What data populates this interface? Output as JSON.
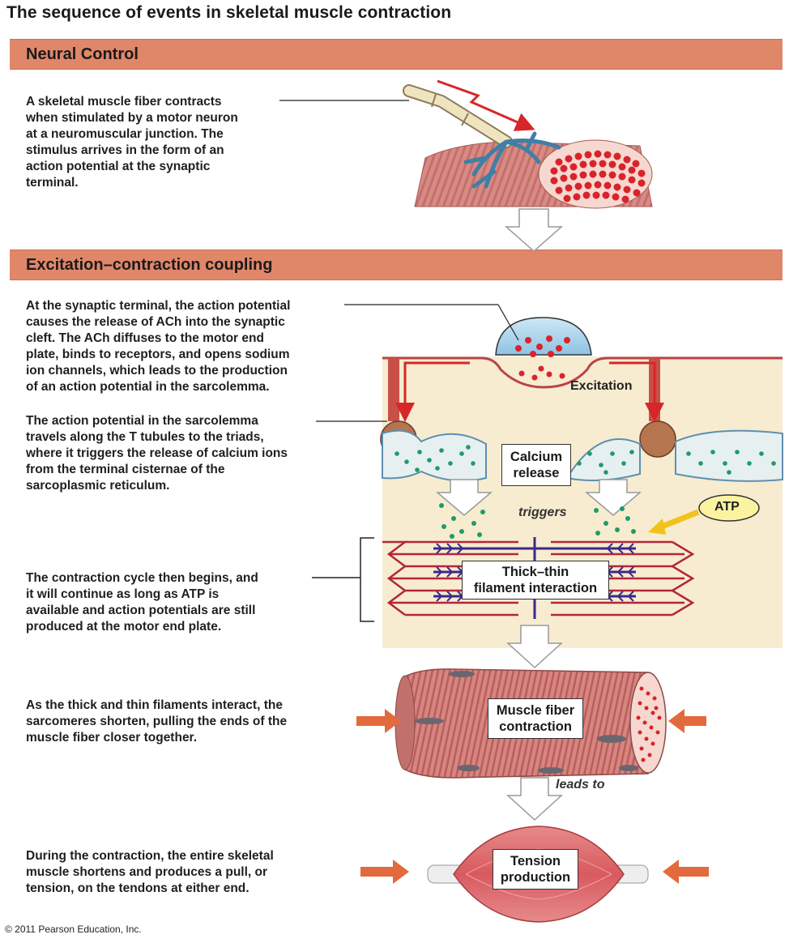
{
  "title": "The sequence of events in skeletal muscle contraction",
  "sections": {
    "neural": {
      "heading": "Neural Control",
      "text": "A skeletal muscle fiber contracts\nwhen stimulated by a motor neuron\nat a neuromuscular junction. The\nstimulus arrives in the form of an\naction potential at the synaptic\nterminal."
    },
    "ec": {
      "heading": "Excitation–contraction coupling",
      "text1": "At the synaptic terminal, the action potential\ncauses the release of ACh into the synaptic\ncleft.  The ACh diffuses to the motor end\nplate, binds to receptors, and opens sodium\nion channels, which leads to the production\nof an action potential in the sarcolemma.",
      "text2": "The action potential in the sarcolemma\ntravels along the T tubules to the triads,\nwhere it triggers the release of calcium ions\nfrom the terminal cisternae of the\nsarcoplasmic reticulum.",
      "text3": "The contraction cycle then begins, and\nit will continue as long as ATP is\navailable and action potentials are still\nproduced at the motor end plate."
    },
    "contraction": {
      "text": "As the thick and thin filaments interact,  the\nsarcomeres shorten, pulling the ends of the\nmuscle fiber closer together."
    },
    "tension": {
      "text": "During the contraction, the entire skeletal\nmuscle shortens and produces a pull, or\ntension, on the tendons at either end."
    }
  },
  "labels": {
    "excitation": "Excitation",
    "calcium": "Calcium\nrelease",
    "triggers": "triggers",
    "atp": "ATP",
    "thick_thin": "Thick–thin\nfilament interaction",
    "fiber_contraction": "Muscle fiber\ncontraction",
    "leads_to": "leads to",
    "tension": "Tension\nproduction"
  },
  "copyright": "© 2011 Pearson Education, Inc.",
  "colors": {
    "band": "#e0876a",
    "panel": "#f7ecd0",
    "muscle": "#d98a84",
    "dots_red": "#d9232a",
    "dots_green": "#1f9a6a",
    "filament_red": "#b3263a",
    "filament_purple": "#3a2a8a",
    "atp": "#fbf3a0",
    "arrow_orange": "#e36a3c"
  }
}
